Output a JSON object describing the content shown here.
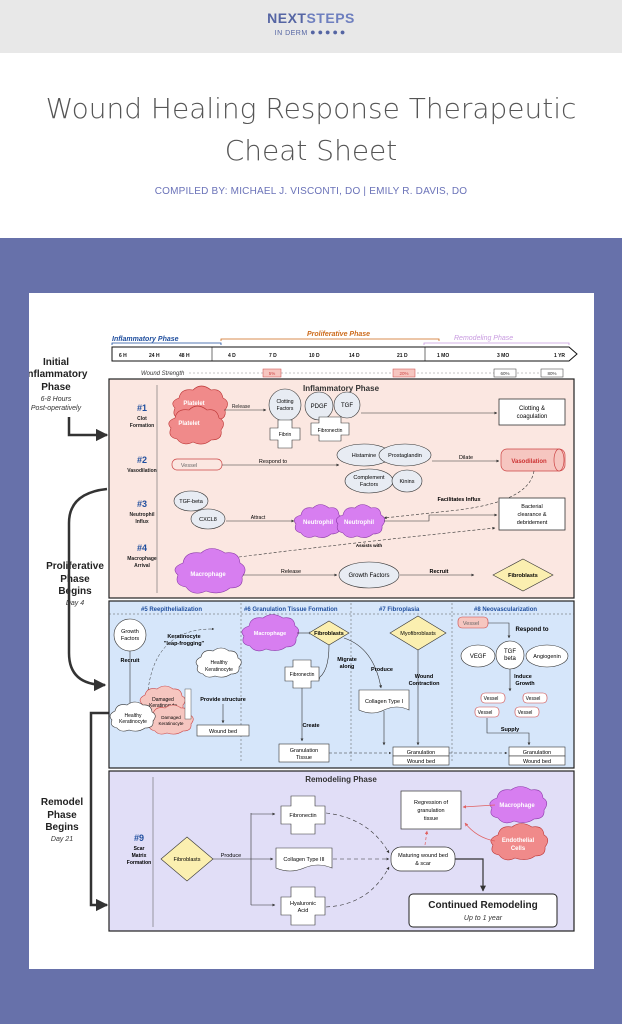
{
  "logo": {
    "line1a": "NEXT",
    "line1b": "STEPS",
    "line2": "IN DERM",
    "dots": "●●●●●"
  },
  "title": {
    "line1": "Wound Healing Response Therapeutic",
    "line2": "Cheat Sheet"
  },
  "compiled": "COMPILED BY: MICHAEL J. VISCONTI, DO | EMILY R. DAVIS, DO",
  "timeline": {
    "phases": [
      "Inflammatory Phase",
      "Proliferative Phase",
      "Remodeling Phase"
    ],
    "ticks": [
      "6 H",
      "24 H",
      "48 H",
      "4 D",
      "7 D",
      "10 D",
      "14 D",
      "21 D",
      "1 MO",
      "3 MO",
      "1 YR"
    ],
    "strength_label": "Wound Strength",
    "strength": [
      "5%",
      "20%",
      "60%",
      "80%"
    ]
  },
  "left": {
    "initial": [
      "Initial",
      "Inflammatory",
      "Phase"
    ],
    "initial_sub": [
      "6-8 Hours",
      "Post-operatively"
    ],
    "prolif": [
      "Proliferative",
      "Phase",
      "Begins"
    ],
    "prolif_sub": "Day 4",
    "remodel": [
      "Remodel",
      "Phase",
      "Begins"
    ],
    "remodel_sub": "Day 21"
  },
  "inflam": {
    "header": "Inflammatory Phase",
    "steps": [
      {
        "num": "#1",
        "label": [
          "Clot",
          "Formation"
        ]
      },
      {
        "num": "#2",
        "label": [
          "Vasodilation"
        ]
      },
      {
        "num": "#3",
        "label": [
          "Neutrophil",
          "Influx"
        ]
      },
      {
        "num": "#4",
        "label": [
          "Macrophage",
          "Arrival"
        ]
      }
    ],
    "platelet": "Platelet",
    "release": "Release",
    "clotting_factors": [
      "Clotting",
      "Factors"
    ],
    "pdgf": "PDGF",
    "tgf": "TGF",
    "fibrin": "Fibrin",
    "fibronectin": "Fibronectin",
    "clotting_coag": [
      "Clotting &",
      "coagulation"
    ],
    "vessel": "Vessel",
    "respond_to": "Respond to",
    "histamine": "Histamine",
    "prostaglandin": "Prostaglandin",
    "complement": [
      "Complement",
      "Factors"
    ],
    "kinins": "Kinins",
    "dilate": "Dilate",
    "vasodilation": "Vasodilation",
    "facilitates": "Facilitates Influx",
    "tgf_beta": "TGF-beta",
    "cxcl8": "CXCL8",
    "attract": "Attract",
    "neutrophil": "Neutrophil",
    "bacterial": [
      "Bacterial",
      "clearance &",
      "debridement"
    ],
    "assists": "Assists with",
    "macrophage": "Macrophage",
    "growth_factors": "Growth Factors",
    "recruit": "Recruit",
    "fibroblasts": "Fibroblasts"
  },
  "prolif": {
    "sections": [
      "#5 Reepithelialization",
      "#6 Granulation Tissue Formation",
      "#7 Fibroplasia",
      "#8 Neovascularization"
    ],
    "growth_factors": [
      "Growth",
      "Factors"
    ],
    "recruit": "Recruit",
    "leap": [
      "Keratinocyte",
      "\"leap-frogging\""
    ],
    "healthy_ker": [
      "Healthy",
      "Keratinocyte"
    ],
    "damaged_ker": [
      "Damaged",
      "Keratinocyte"
    ],
    "damaged_ker2": [
      "Damaged",
      "Keratinocyte"
    ],
    "provide": "Provide structure",
    "wound_bed": "Wound bed",
    "macrophage": "Macrophage",
    "fibroblasts": "Fibroblasts",
    "migrate": [
      "Migrate",
      "along"
    ],
    "fibronectin": "Fibronectin",
    "create": "Create",
    "granulation_tissue": [
      "Granulation",
      "Tissue"
    ],
    "produce": "Produce",
    "myofibroblasts": "Myofibroblasts",
    "collagen1": "Collagen Type I",
    "wound_contraction": [
      "Wound",
      "Contraction"
    ],
    "granulation": "Granulation",
    "wound_bed2": "Wound bed",
    "vessel": "Vessel",
    "respond_to": "Respond to",
    "vegf": "VEGF",
    "tgf_beta": [
      "TGF",
      "beta"
    ],
    "angiogenin": "Angiogenin",
    "induce": [
      "Induce",
      "Growth"
    ],
    "vessels": [
      "Vessel",
      "Vessel",
      "Vessel",
      "Vessel"
    ],
    "supply": "Supply"
  },
  "remod": {
    "header": "Remodeling Phase",
    "num": "#9",
    "label": [
      "Scar",
      "Matrix",
      "Formation"
    ],
    "fibroblasts": "Fibroblasts",
    "produce": "Produce",
    "fibronectin": "Fibronectin",
    "collagen3": "Collagen Type III",
    "hyaluronic": [
      "Hyaluronic",
      "Acid"
    ],
    "maturing": [
      "Maturing wound bed",
      "& scar"
    ],
    "regression": [
      "Regression of",
      "granulation",
      "tissue"
    ],
    "macrophage": "Macrophage",
    "endothelial": [
      "Endothelial",
      "Cells"
    ],
    "continued": "Continued Remodeling",
    "up_to": "Up to 1 year"
  },
  "colors": {
    "band": "#6771aa",
    "inflam_bg": "#fbe7e1",
    "prolif_bg": "#d6e6fa",
    "remod_bg": "#e1def7",
    "platelet": "#f08a8a",
    "macrophage": "#d77ef0",
    "diamond": "#fbefb0",
    "inflam_title": "#1f4e9e",
    "prolif_title": "#cc6a1a",
    "remod_title": "#c89ae0"
  }
}
